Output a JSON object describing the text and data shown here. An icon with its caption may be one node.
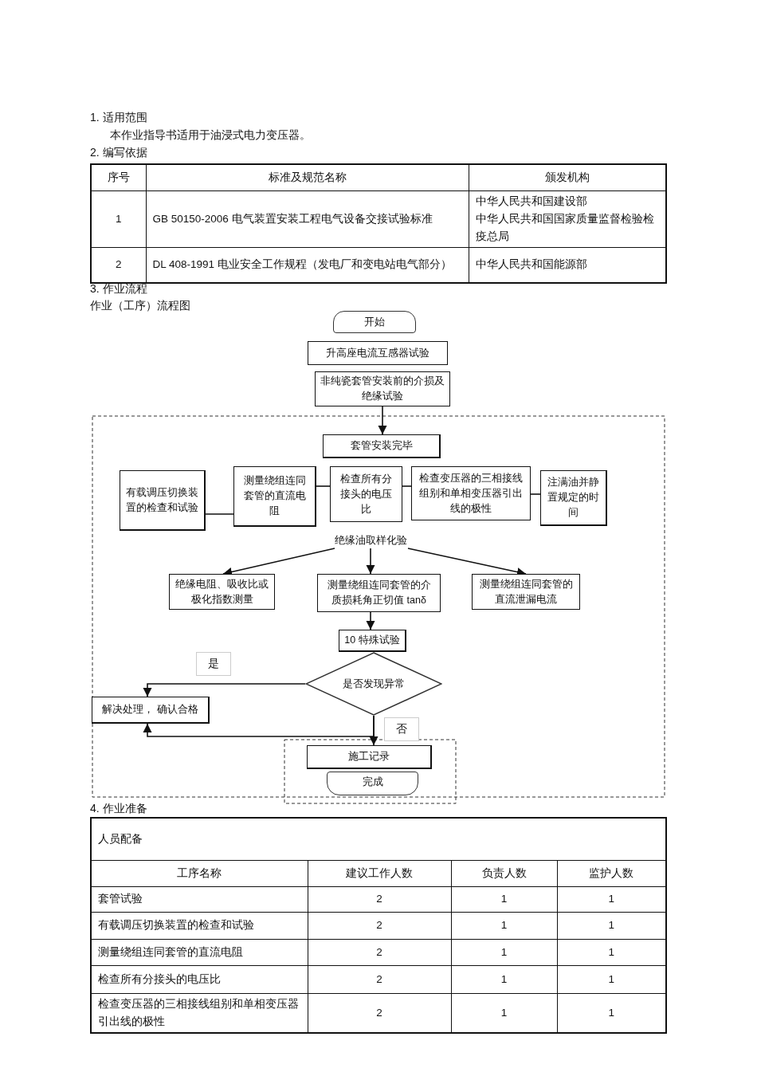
{
  "diagram": {
    "nodes": [
      {
        "text": [
          "开始"
        ]
      },
      {
        "text": [
          "升高座电流互感器试验"
        ]
      },
      {
        "text": [
          "非纯瓷套管安装前的介损及绝缘试验"
        ]
      },
      {
        "text": [
          "套管安装完毕"
        ]
      },
      {
        "text": [
          "有载调压切换装置的检查和试验"
        ]
      },
      {
        "text": [
          "测量绕组连同套管的直流电阻"
        ]
      },
      {
        "text": [
          "检查所有分接头的电压比"
        ]
      },
      {
        "text": [
          "绝缘油取样化验"
        ]
      },
      {
        "text": [
          "检查变压器的三相接线组别和单相变压器引出线的极性"
        ]
      },
      {
        "text": [
          "注满油并静置规定的时间"
        ]
      },
      {
        "text": [
          "绝缘电阻、吸收比或极化指数测量"
        ]
      },
      {
        "text": [
          "测量绕组连同套管的介质损耗角正切值 tanδ"
        ]
      },
      {
        "text": [
          "测量绕组连同套管的直流泄漏电流"
        ]
      },
      {
        "text": [
          "10 特殊试验"
        ]
      },
      {
        "text": [
          "是否发现异常"
        ]
      },
      {
        "text": [
          "解决处理， 确认合格"
        ]
      },
      {
        "text": [
          "施工记录"
        ]
      },
      {
        "text": [
          "完成"
        ]
      }
    ],
    "edges": [
      {
        "from": 2,
        "to": 3,
        "arrow": "to"
      },
      {
        "from": 4,
        "to": 5,
        "arrow": "none"
      },
      {
        "from": 5,
        "to": 6,
        "arrow": "none"
      },
      {
        "from": 6,
        "to": 8,
        "arrow": "none"
      },
      {
        "from": 8,
        "to": 9,
        "arrow": "none"
      },
      {
        "from": 7,
        "to": 10,
        "arrow": "to"
      },
      {
        "from": 7,
        "to": 11,
        "arrow": "to"
      },
      {
        "from": 7,
        "to": 12,
        "arrow": "to"
      },
      {
        "from": 11,
        "to": 13,
        "arrow": "to"
      },
      {
        "from": 14,
        "to": 15,
        "arrow": "to",
        "label": "是"
      },
      {
        "from": 14,
        "to": 16,
        "arrow": "to",
        "label": "否"
      },
      {
        "from": 14,
        "to": 15,
        "arrow": "to"
      }
    ],
    "labels": [
      "1. 适用范围",
      "本作业指导书适用于油浸式电力变压器。",
      "2. 编写依据",
      "序号",
      "标准及规范名称",
      "颁发机构",
      "1",
      "GB 50150-2006 电气装置安装工程电气设备交接试验标准",
      "中华人民共和国建设部",
      "中华人民共和国国家质量监督检验检疫总局",
      "2",
      "DL 408-1991 电业安全工作规程（发电厂和变电站电气部分）",
      "中华人民共和国能源部",
      "3. 作业流程",
      "作业（工序）流程图",
      "4. 作业准备",
      "人员配备",
      "工序名称",
      "建议工作人数",
      "负责人数",
      "监护人数",
      "套管试验",
      "2",
      "1",
      "1",
      "有载调压切换装置的检查和试验",
      "2",
      "1",
      "1",
      "测量绕组连同套管的直流电阻",
      "2",
      "1",
      "1",
      "检查所有分接头的电压比",
      "2",
      "1",
      "1",
      "检查变压器的三相接线组别和单相变压器引出线的极性",
      "2",
      "1",
      "1"
    ]
  }
}
